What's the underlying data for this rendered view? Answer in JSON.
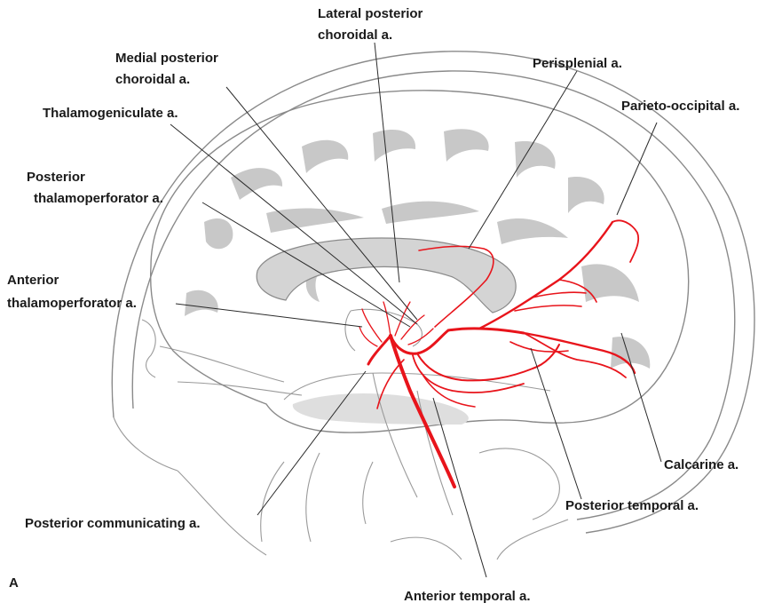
{
  "figure": {
    "panel_letter": "A",
    "artery_color": "#e8141b",
    "labels": {
      "lateral_posterior_choroidal": [
        "Lateral posterior",
        "choroidal a."
      ],
      "medial_posterior_choroidal": [
        "Medial posterior",
        "choroidal a."
      ],
      "perisplenial": "Perisplenial a.",
      "parieto_occipital": "Parieto-occipital a.",
      "thalamogeniculate": "Thalamogeniculate a.",
      "posterior_thalamoperforator": [
        "Posterior",
        "thalamoperforator a."
      ],
      "anterior_thalamoperforator": [
        "Anterior",
        "thalamoperforator a."
      ],
      "calcarine": "Calcarine a.",
      "posterior_temporal": "Posterior temporal a.",
      "posterior_communicating": "Posterior communicating a.",
      "anterior_temporal": "Anterior temporal a."
    }
  }
}
